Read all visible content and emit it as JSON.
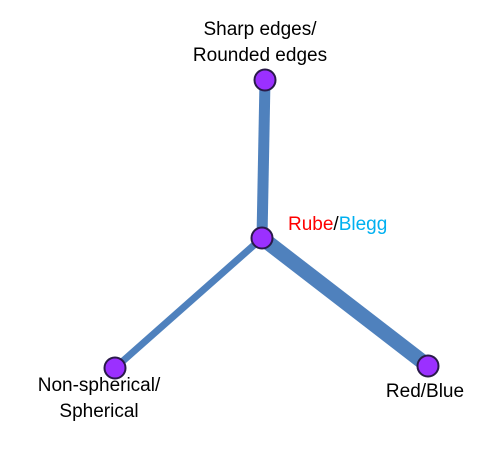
{
  "nodes": {
    "top": {
      "lines": [
        "Sharp edges/",
        "Rounded edges"
      ]
    },
    "center": {
      "part1": "Rube",
      "separator": "/",
      "part2": "Blegg"
    },
    "left": {
      "lines": [
        "Non-spherical/",
        "Spherical"
      ]
    },
    "right": {
      "lines": [
        "Red/Blue"
      ]
    }
  },
  "colors": {
    "node_fill": "#9b30ff",
    "node_stroke": "#2a1a4a",
    "edge": "#4f81bd",
    "rube": "#ff0000",
    "blegg": "#00b0f0"
  }
}
